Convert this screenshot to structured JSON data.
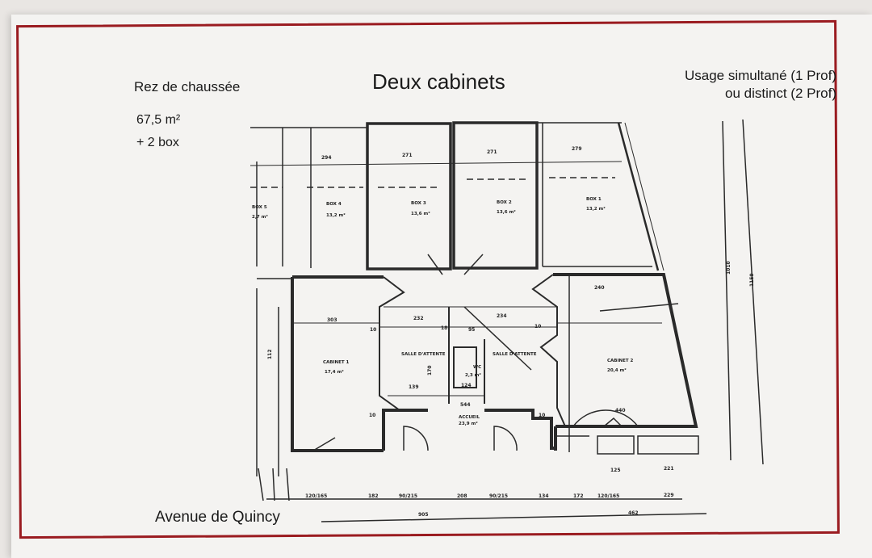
{
  "header": {
    "level": "Rez de chaussée",
    "area": "67,5 m²",
    "extra": "+ 2 box",
    "title": "Deux cabinets",
    "usage_line1": "Usage simultané (1 Prof)",
    "usage_line2": "ou distinct (2 Prof)"
  },
  "footer": {
    "street": "Avenue de Quincy"
  },
  "plan": {
    "rooms": [
      {
        "id": "box4",
        "name": "BOX 4",
        "area": "13,2 m²"
      },
      {
        "id": "box3",
        "name": "BOX 3",
        "area": "13,6 m²"
      },
      {
        "id": "box2",
        "name": "BOX 2",
        "area": "13,6 m²"
      },
      {
        "id": "box1",
        "name": "BOX 1",
        "area": "13,2 m²"
      },
      {
        "id": "box5",
        "name": "BOX 5",
        "area": "2,7 m²"
      },
      {
        "id": "cab1",
        "name": "CABINET 1",
        "area": "17,4 m²"
      },
      {
        "id": "cab2",
        "name": "CABINET 2",
        "area": "20,4 m²"
      },
      {
        "id": "salle1",
        "name": "SALLE D'ATTENTE",
        "area": ""
      },
      {
        "id": "salle2",
        "name": "SALLE D'ATTENTE",
        "area": ""
      },
      {
        "id": "wc",
        "name": "WC",
        "area": "2,3 m²"
      },
      {
        "id": "accueil",
        "name": "ACCUEIL",
        "area": "23,9 m²"
      }
    ],
    "dims": {
      "d294": "294",
      "d271a": "271",
      "d271b": "271",
      "d279": "279",
      "d303": "303",
      "d232": "232",
      "d234": "234",
      "d240": "240",
      "d440": "440",
      "d139": "139",
      "d124": "124",
      "d544": "544",
      "d10a": "10",
      "d10b": "10",
      "d10c": "10",
      "d10d": "10",
      "d18": "18",
      "d95": "95",
      "d112": "112",
      "d170": "170",
      "d1010": "1010",
      "d1159": "1159",
      "b120a": "120/165",
      "b90a": "90/215",
      "b90b": "90/215",
      "b120b": "120/165",
      "b182": "182",
      "b208": "208",
      "b134": "134",
      "b172": "172",
      "b125": "125",
      "b221": "221",
      "b229": "229",
      "t905": "905",
      "t462": "462"
    }
  }
}
